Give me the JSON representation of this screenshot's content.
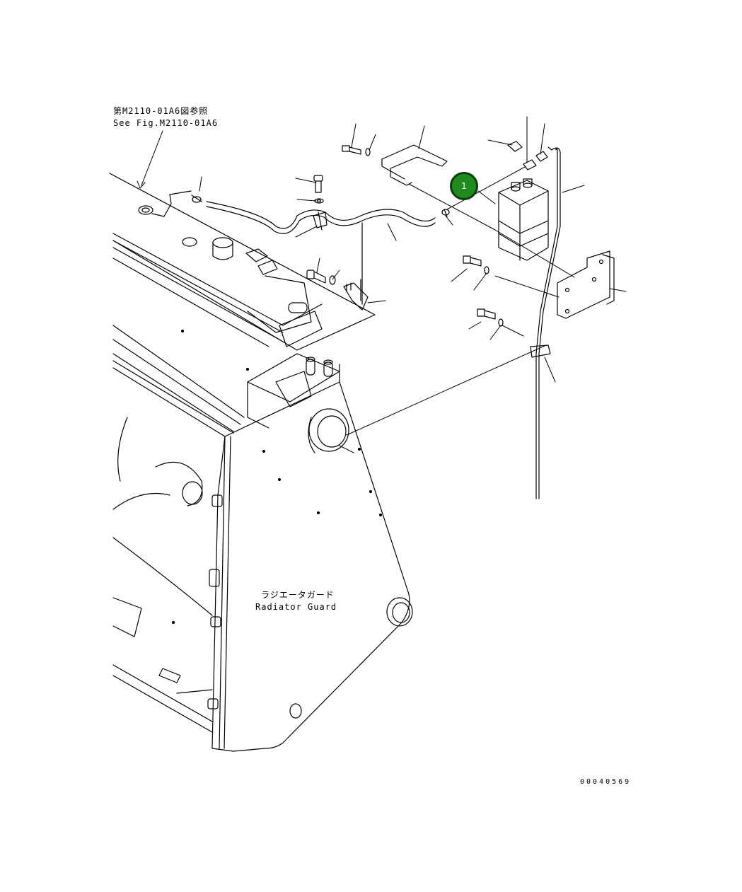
{
  "labels": {
    "ref_jp": "第M2110-01A6図参照",
    "ref_en": "See Fig.M2110-01A6",
    "radiator_jp": "ラジエータガード",
    "radiator_en": "Radiator Guard",
    "drawing_number": "00040569"
  },
  "callouts": [
    {
      "number": "1"
    }
  ],
  "colors": {
    "line": "#000000",
    "callout_fill": "#1f8a1f",
    "callout_border": "#0c3d0c",
    "callout_text": "#ffffff",
    "background": "#ffffff"
  }
}
